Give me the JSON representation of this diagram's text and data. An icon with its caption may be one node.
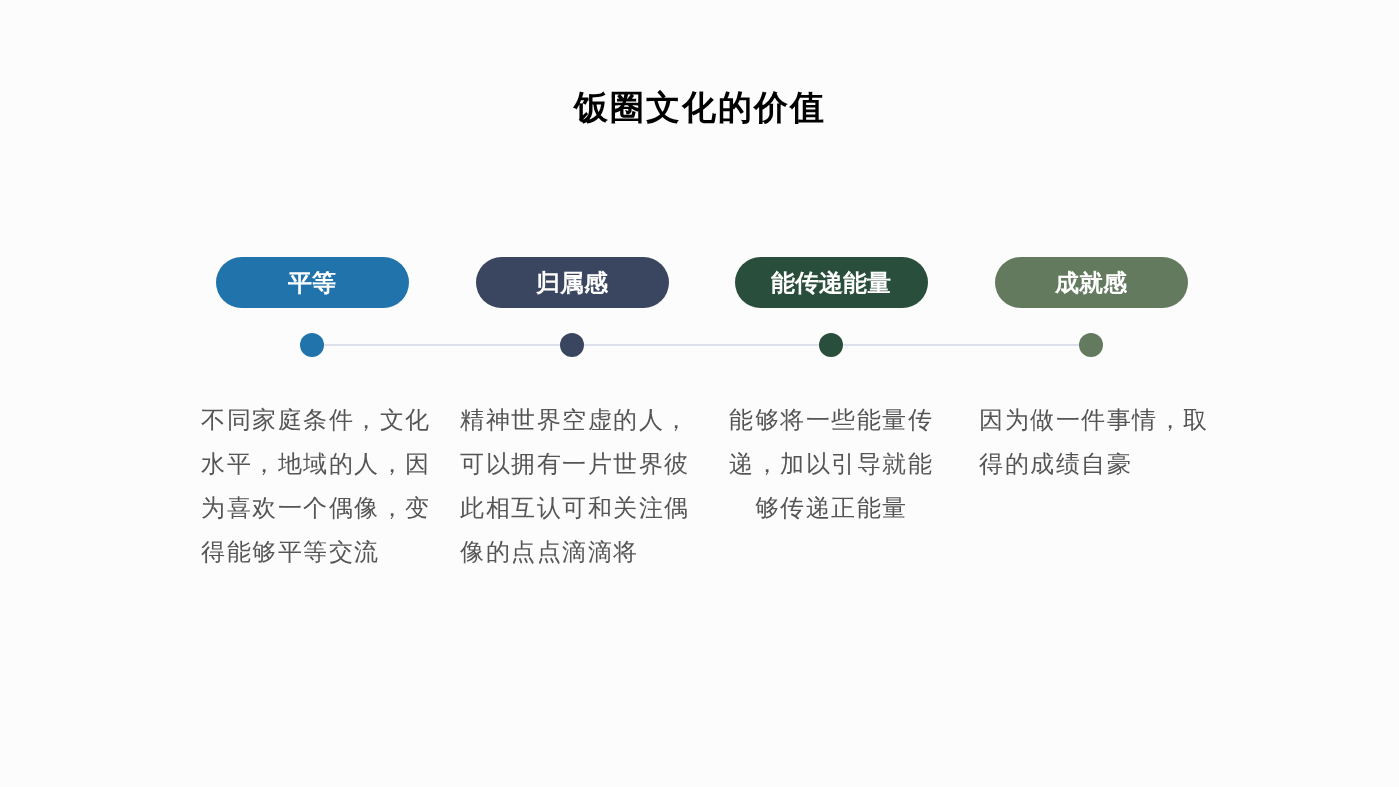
{
  "diagram": {
    "title": "饭圈文化的价值",
    "nodes": [
      {
        "text": [
          "平等"
        ]
      },
      {
        "text": [
          "归属感"
        ]
      },
      {
        "text": [
          "能传递能量"
        ]
      },
      {
        "text": [
          "成就感"
        ]
      },
      {
        "text": [],
        "shape": "circle"
      },
      {
        "text": [],
        "shape": "circle"
      },
      {
        "text": [],
        "shape": "circle"
      },
      {
        "text": [],
        "shape": "circle"
      }
    ],
    "edges": [
      {
        "from": 4,
        "to": 5,
        "arrow": "none"
      },
      {
        "from": 5,
        "to": 6,
        "arrow": "none"
      },
      {
        "from": 6,
        "to": 7,
        "arrow": "none"
      }
    ],
    "labels": [
      "不同家庭条件，文化水平，地域的人，因为喜欢一个偶像，变得能够平等交流",
      "精神世界空虚的人，可以拥有一片世界彼此相互认可和关注偶像的点点滴滴将",
      "能够将一些能量传递，加以引导就能够传递正能量",
      "因为做一件事情，取得的成绩自豪"
    ]
  }
}
